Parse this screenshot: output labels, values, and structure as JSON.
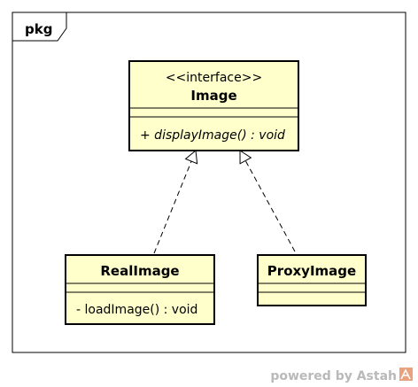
{
  "package": {
    "name": "pkg"
  },
  "classes": {
    "image": {
      "stereotype": "<<interface>>",
      "name": "Image",
      "operation": "+ displayImage() : void"
    },
    "real_image": {
      "name": "RealImage",
      "operation": "- loadImage() : void"
    },
    "proxy_image": {
      "name": "ProxyImage"
    }
  },
  "relations": [
    {
      "type": "realization",
      "from": "RealImage",
      "to": "Image"
    },
    {
      "type": "realization",
      "from": "ProxyImage",
      "to": "Image"
    }
  ],
  "footer": {
    "watermark_text": "powered by Astah"
  },
  "colors": {
    "class_fill": "#ffffcc",
    "border": "#000000",
    "watermark": "#b9b9b9",
    "watermark_icon": "#e8a27e"
  }
}
